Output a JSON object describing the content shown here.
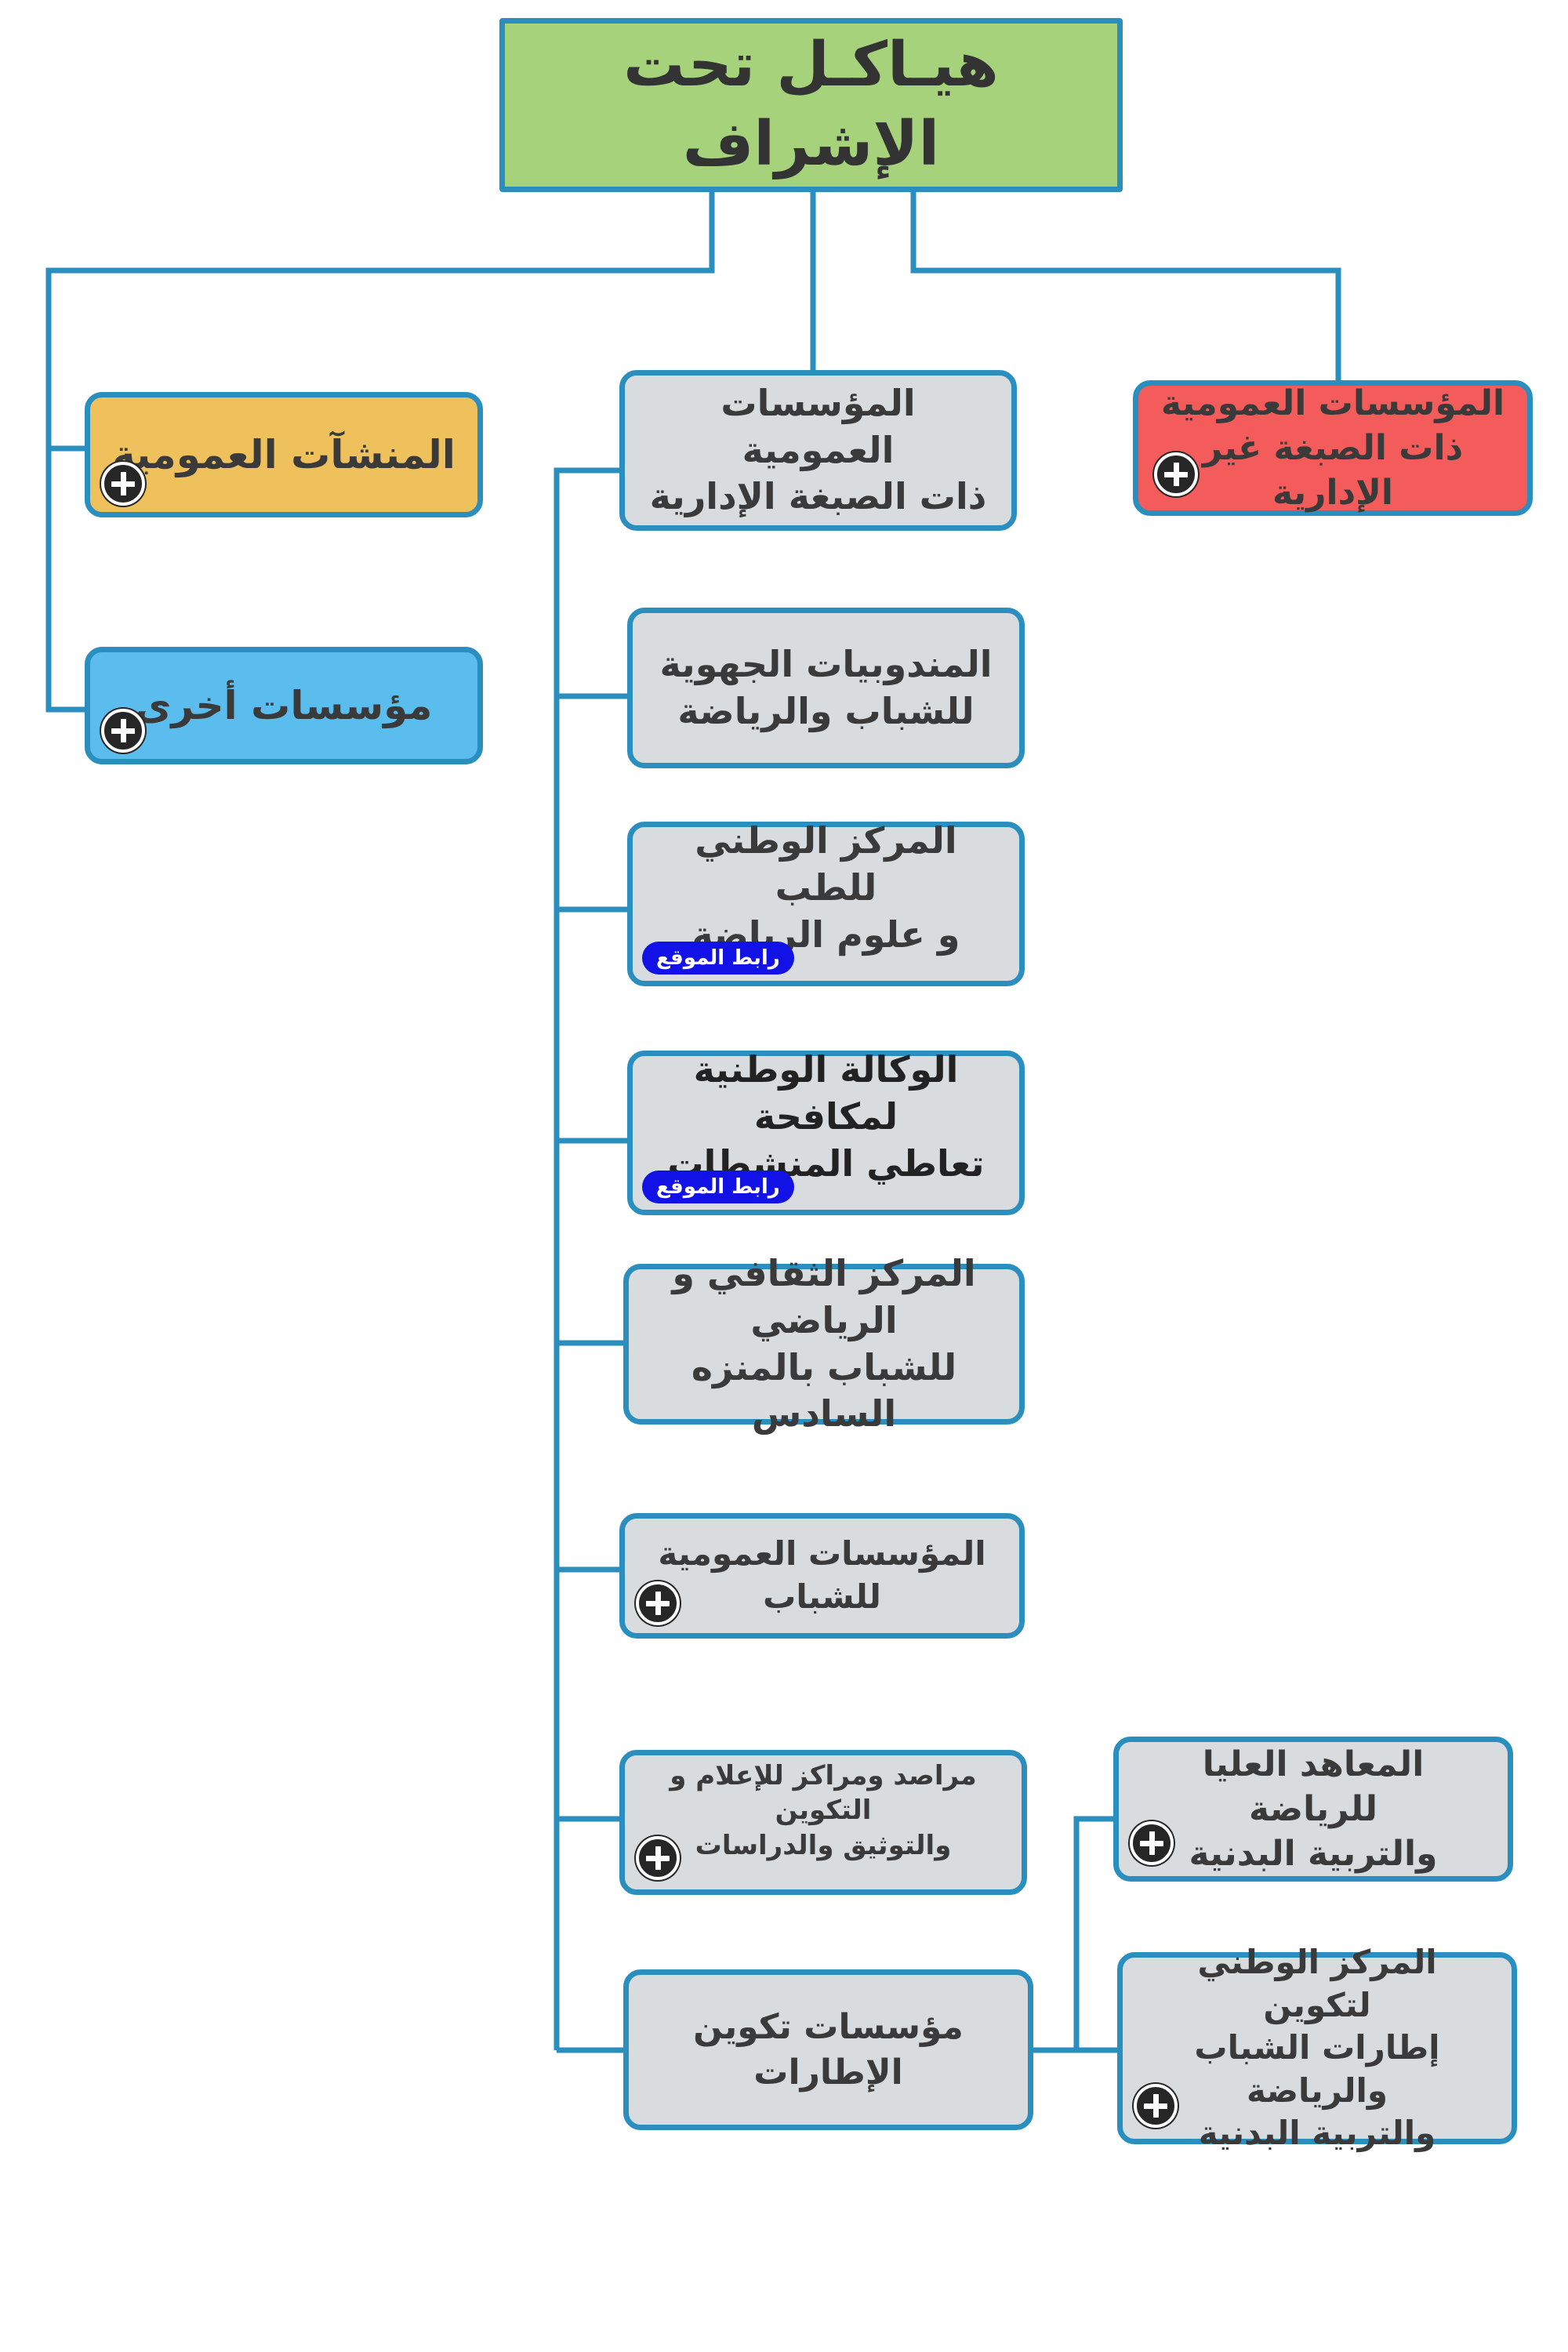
{
  "root": {
    "title": "هيـاكـل تحت الإشراف"
  },
  "left": {
    "public_facilities": "المنشآت العمومية",
    "other_institutions": "مؤسسات أخرى"
  },
  "right": {
    "non_admin_institutions": "المؤسسات العمومية\nذات الصبغة غير الإدارية"
  },
  "center": {
    "admin_institutions": "المؤسسات العمومية\nذات الصبغة الإدارية",
    "items": [
      {
        "label": "المندوبيات الجهوية\nللشباب والرياضة"
      },
      {
        "label": "المركز الوطني للطب\nو علوم الرياضة",
        "link": "رابط الموقع"
      },
      {
        "label": "الوكالة الوطنية لمكافحة\nتعاطي المنشطات",
        "link": "رابط الموقع"
      },
      {
        "label": "المركز الثقافي و الرياضي\nللشباب بالمنزه السادس"
      },
      {
        "label": "المؤسسات العمومية للشباب"
      },
      {
        "label": "مراصد ومراكز للإعلام و  التكوين\nوالتوثيق والدراسات"
      },
      {
        "label": "مؤسسات تكوين الإطارات"
      }
    ]
  },
  "training": {
    "items": [
      {
        "label": "المعاهد العليا للرياضة\nوالتربية البدنية"
      },
      {
        "label": "المركز الوطني لتكوين\nإطارات الشباب  والرياضة\nوالتربية البدنية"
      }
    ]
  },
  "colors": {
    "connector": "#2a8fbf",
    "title_fill": "#a5d27a",
    "grey_fill": "#d9dcdf",
    "orange_fill": "#efc15c",
    "blue_fill": "#5bbdee",
    "red_fill": "#f45b5b",
    "link_badge": "#1212e6"
  },
  "icons": {
    "expand": "plus-circle-icon"
  }
}
